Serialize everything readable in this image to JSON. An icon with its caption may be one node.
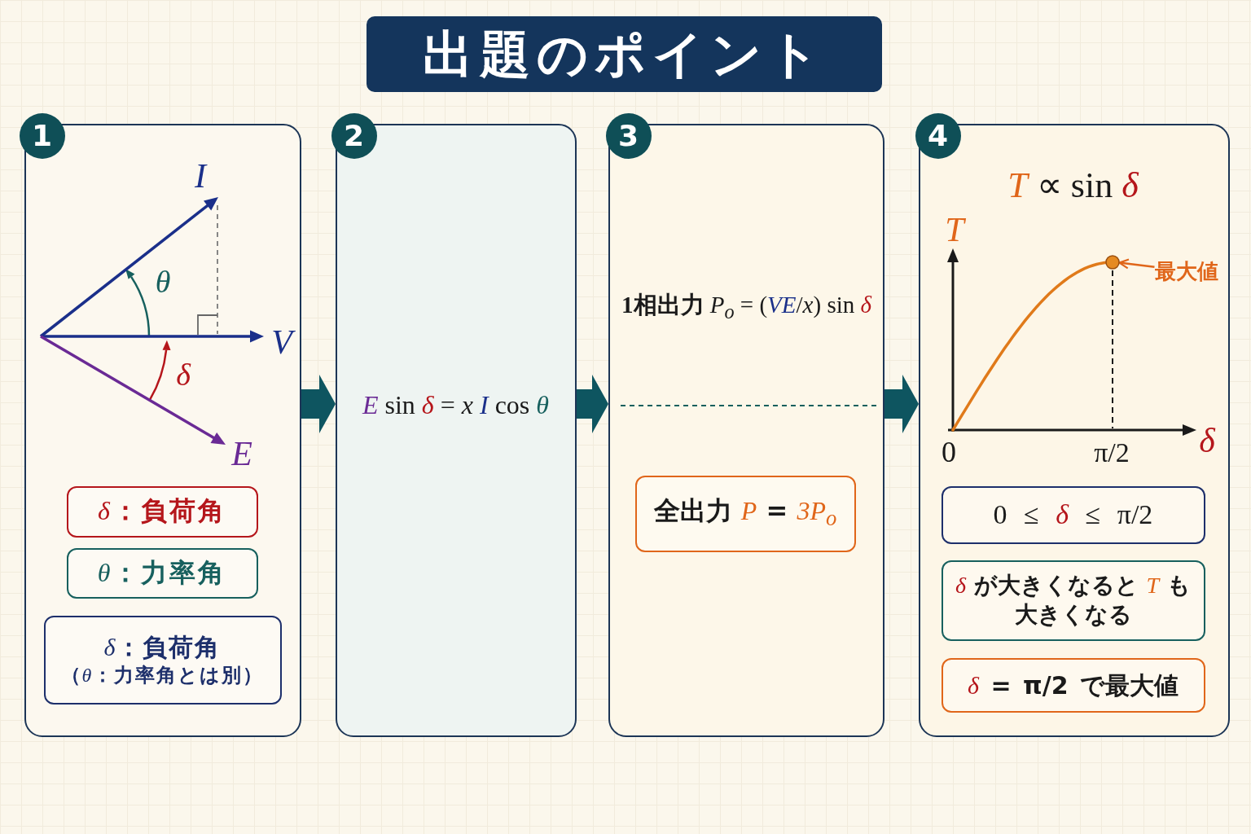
{
  "diagram": {
    "title": "出題のポイント",
    "nodes": [
      {
        "text": [
          "1"
        ]
      },
      {
        "text": [
          "*δ*：負荷角"
        ],
        "in": 0
      },
      {
        "text": [
          "*θ*：力率角"
        ],
        "in": 0
      },
      {
        "text": [
          "*δ*：負荷角",
          "（*θ*：力率角とは別）"
        ],
        "in": 0
      },
      {
        "text": [
          "2",
          "*E* sin *δ* = *x* *I* cos *θ*"
        ]
      },
      {
        "text": [
          "3",
          "**1相出力** *P*$_{o}$ = (*VE*/*x*) sin *δ*"
        ]
      },
      {
        "text": [
          "全出力 *P* = *3P*$_{o}$"
        ],
        "in": 5
      },
      {
        "text": [
          "4",
          "*T* ∝ sin *δ*"
        ]
      },
      {
        "text": [],
        "shape": "circle",
        "in": 7
      },
      {
        "text": [
          "最大値"
        ],
        "in": 7
      },
      {
        "text": [
          "0 ≤ *δ* ≤ π/2"
        ],
        "in": 7
      },
      {
        "text": [
          "*δ* が大きくなると *T* も大きくなる"
        ],
        "in": 7
      },
      {
        "text": [
          "*δ* = π/2 で最大値"
        ],
        "in": 7
      }
    ],
    "edges": [
      {
        "from": 0,
        "to": 4,
        "arrow": "to"
      },
      {
        "from": 4,
        "to": 5,
        "arrow": "to"
      },
      {
        "from": 5,
        "to": 7,
        "arrow": "to"
      },
      {
        "from": 9,
        "to": 8,
        "arrow": "to",
        "color": "#e0661a"
      }
    ],
    "labels": [
      "I",
      "θ",
      "V",
      "δ",
      "E",
      "T",
      "0",
      "π/2",
      "δ"
    ]
  }
}
